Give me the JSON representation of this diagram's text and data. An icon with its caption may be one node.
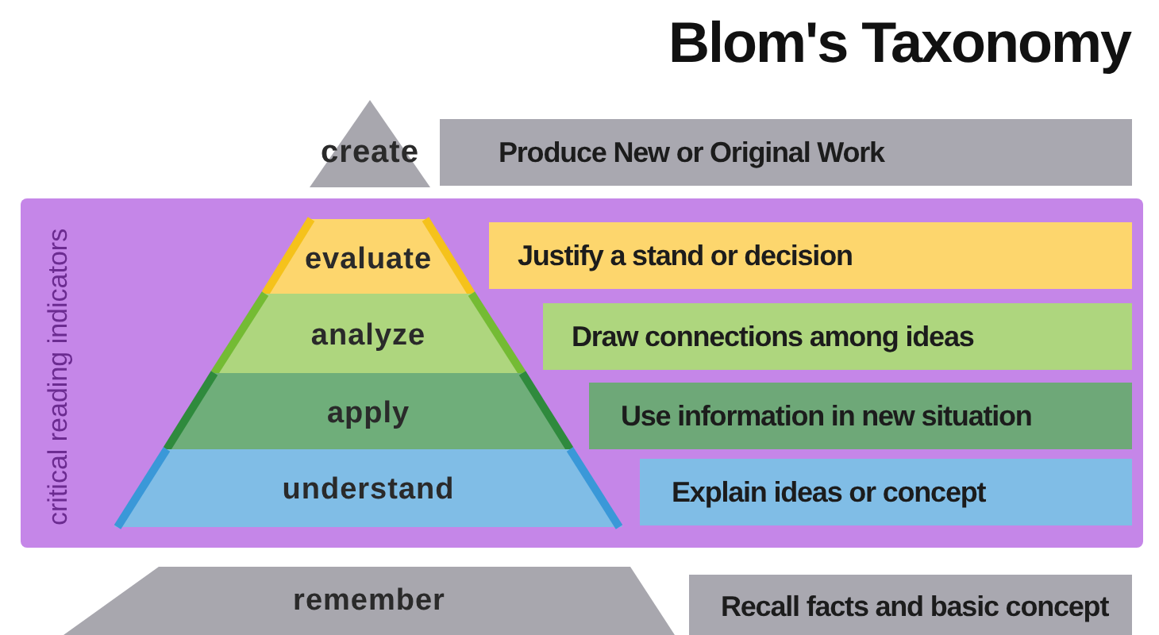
{
  "diagram": {
    "title": "Blom's Taxonomy",
    "nodes": [
      {
        "text": [
          "create"
        ]
      },
      {
        "text": [
          "Produce New or Original Work"
        ]
      },
      {
        "text": [
          "critical reading indicators"
        ]
      },
      {
        "text": [
          "evaluate"
        ],
        "in": 2
      },
      {
        "text": [
          "Justify a stand or decision"
        ],
        "in": 2
      },
      {
        "text": [
          "analyze"
        ],
        "in": 2
      },
      {
        "text": [
          "Draw connections among ideas"
        ],
        "in": 2
      },
      {
        "text": [
          "apply"
        ],
        "in": 2
      },
      {
        "text": [
          "Use information in new situation"
        ],
        "in": 2
      },
      {
        "text": [
          "understand"
        ],
        "in": 2
      },
      {
        "text": [
          "Explain ideas or concept"
        ],
        "in": 2
      },
      {
        "text": [
          "remember"
        ]
      },
      {
        "text": [
          "Recall facts and basic concept"
        ]
      }
    ]
  }
}
